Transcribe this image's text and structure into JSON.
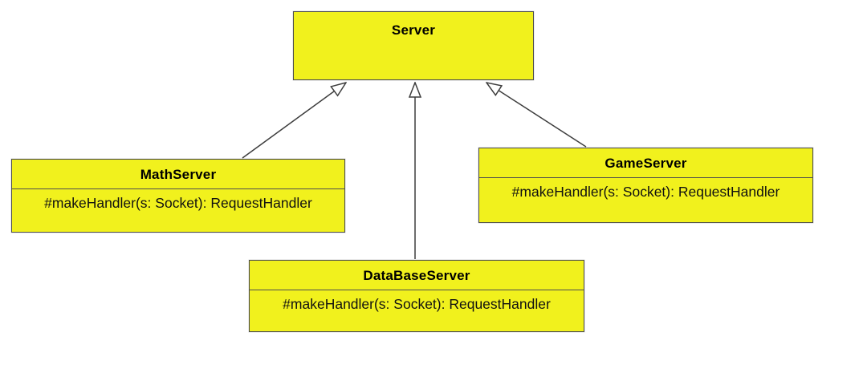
{
  "diagram": {
    "type": "uml-class-diagram",
    "colors": {
      "box_fill": "#F1F11D",
      "box_border": "#4d4d4d",
      "connector": "#3d3d3d",
      "background": "#ffffff",
      "text": "#000000"
    },
    "classes": [
      {
        "id": "server",
        "name": "Server",
        "methods": []
      },
      {
        "id": "mathserver",
        "name": "MathServer",
        "methods": [
          "#makeHandler(s: Socket): RequestHandler"
        ]
      },
      {
        "id": "gameserver",
        "name": "GameServer",
        "methods": [
          "#makeHandler(s: Socket): RequestHandler"
        ]
      },
      {
        "id": "databaseserver",
        "name": "DataBaseServer",
        "methods": [
          "#makeHandler(s: Socket): RequestHandler"
        ]
      }
    ],
    "relations": [
      {
        "type": "generalization",
        "from": "MathServer",
        "to": "Server"
      },
      {
        "type": "generalization",
        "from": "DataBaseServer",
        "to": "Server"
      },
      {
        "type": "generalization",
        "from": "GameServer",
        "to": "Server"
      }
    ]
  }
}
